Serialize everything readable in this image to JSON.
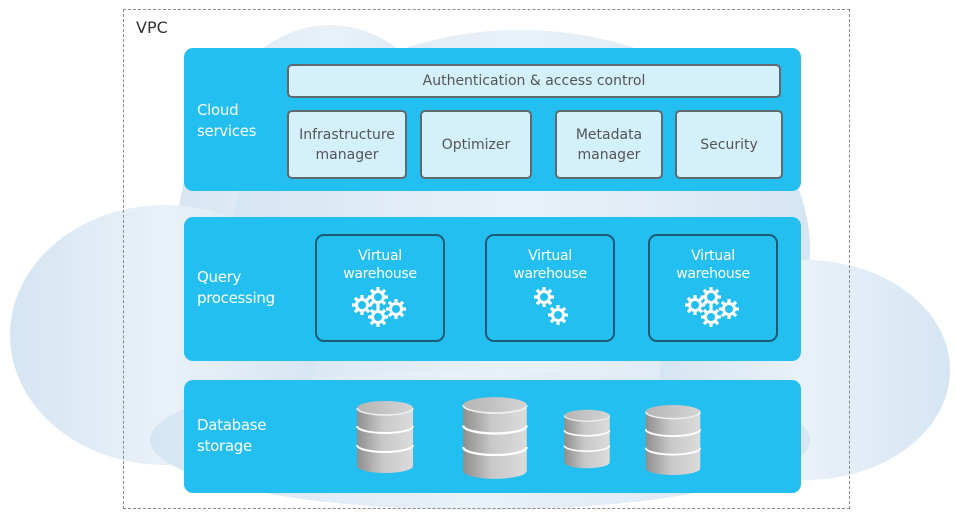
{
  "vpc": {
    "label": "VPC"
  },
  "colors": {
    "layer_fill": "#22bff0",
    "service_fill": "#d3f0fb",
    "service_border": "#5e6a70",
    "warehouse_border": "#1d5a73",
    "cloud_fill": "#d8e6f3",
    "vpc_border": "#8a8a8a"
  },
  "layers": {
    "cloud_services": {
      "label_line1": "Cloud",
      "label_line2": "services",
      "auth_box": "Authentication & access control",
      "services": [
        {
          "line1": "Infrastructure",
          "line2": "manager"
        },
        {
          "line1": "Optimizer",
          "line2": ""
        },
        {
          "line1": "Metadata",
          "line2": "manager"
        },
        {
          "line1": "Security",
          "line2": ""
        }
      ]
    },
    "query_processing": {
      "label_line1": "Query",
      "label_line2": "processing",
      "warehouses": [
        {
          "line1": "Virtual",
          "line2": "warehouse",
          "gear_icon": "gears-4-icon"
        },
        {
          "line1": "Virtual",
          "line2": "warehouse",
          "gear_icon": "gears-2-icon"
        },
        {
          "line1": "Virtual",
          "line2": "warehouse",
          "gear_icon": "gears-4-icon"
        }
      ]
    },
    "database_storage": {
      "label_line1": "Database",
      "label_line2": "storage",
      "databases": [
        {
          "icon": "database-cylinder-icon",
          "scale": "medium"
        },
        {
          "icon": "database-cylinder-icon",
          "scale": "large"
        },
        {
          "icon": "database-cylinder-icon",
          "scale": "small"
        },
        {
          "icon": "database-cylinder-icon",
          "scale": "medium"
        }
      ]
    }
  }
}
